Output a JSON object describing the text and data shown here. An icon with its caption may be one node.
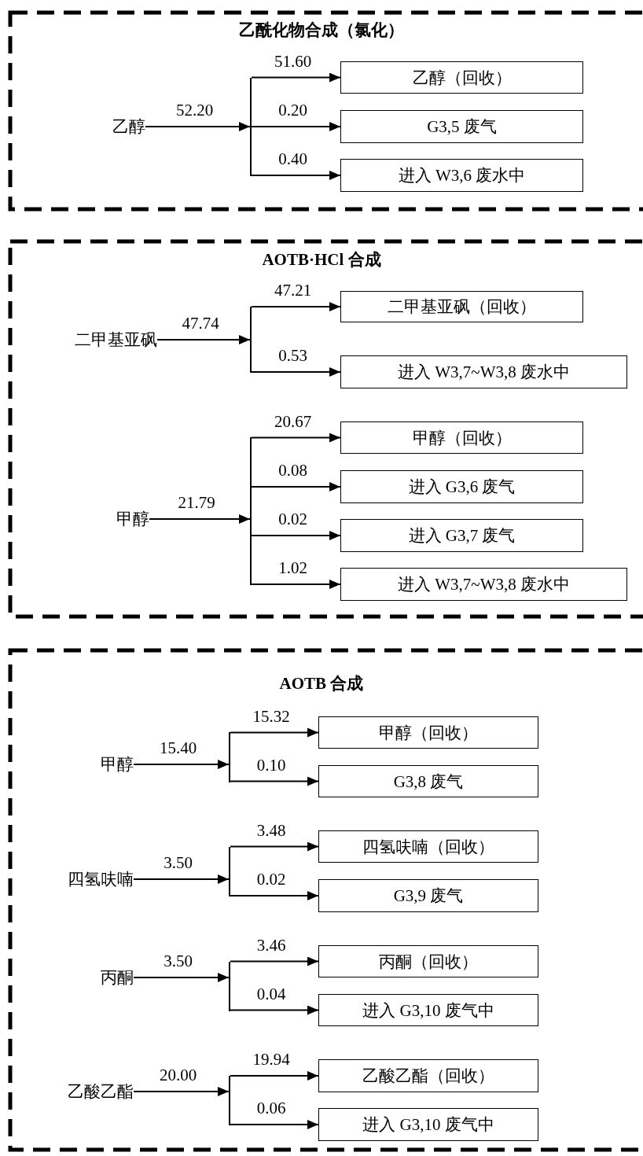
{
  "diagram": {
    "nodes": [
      {
        "text": [
          "乙酰化物合成（氯化）"
        ]
      },
      {
        "text": [
          "乙醇"
        ],
        "in": 0
      },
      {
        "text": [],
        "shape": "bar",
        "in": 0
      },
      {
        "text": [
          "乙醇（回收）"
        ],
        "in": 0
      },
      {
        "text": [
          "G3,5 废气"
        ],
        "in": 0
      },
      {
        "text": [
          "进入 W3,6 废水中"
        ],
        "in": 0
      },
      {
        "text": [
          "AOTB·HCl 合成"
        ]
      },
      {
        "text": [
          "二甲基亚砜"
        ],
        "in": 6
      },
      {
        "text": [],
        "shape": "bar",
        "in": 6
      },
      {
        "text": [
          "二甲基亚砜（回收）"
        ],
        "in": 6
      },
      {
        "text": [
          "进入 W3,7~W3,8 废水中"
        ],
        "in": 6
      },
      {
        "text": [
          "甲醇"
        ],
        "in": 6
      },
      {
        "text": [],
        "shape": "bar",
        "in": 6
      },
      {
        "text": [
          "甲醇（回收）"
        ],
        "in": 6
      },
      {
        "text": [
          "进入 G3,6 废气"
        ],
        "in": 6
      },
      {
        "text": [
          "进入 G3,7 废气"
        ],
        "in": 6
      },
      {
        "text": [
          "进入 W3,7~W3,8 废水中"
        ],
        "in": 6
      },
      {
        "text": [
          "AOTB 合成"
        ]
      },
      {
        "text": [
          "甲醇"
        ],
        "in": 17
      },
      {
        "text": [],
        "shape": "bar",
        "in": 17
      },
      {
        "text": [
          "甲醇（回收）"
        ],
        "in": 17
      },
      {
        "text": [
          "G3,8 废气"
        ],
        "in": 17
      },
      {
        "text": [
          "四氢呋喃"
        ],
        "in": 17
      },
      {
        "text": [],
        "shape": "bar",
        "in": 17
      },
      {
        "text": [
          "四氢呋喃（回收）"
        ],
        "in": 17
      },
      {
        "text": [
          "G3,9 废气"
        ],
        "in": 17
      },
      {
        "text": [
          "丙酮"
        ],
        "in": 17
      },
      {
        "text": [],
        "shape": "bar",
        "in": 17
      },
      {
        "text": [
          "丙酮（回收）"
        ],
        "in": 17
      },
      {
        "text": [
          "进入 G3,10 废气中"
        ],
        "in": 17
      },
      {
        "text": [
          "乙酸乙酯"
        ],
        "in": 17
      },
      {
        "text": [],
        "shape": "bar",
        "in": 17
      },
      {
        "text": [
          "乙酸乙酯（回收）"
        ],
        "in": 17
      },
      {
        "text": [
          "进入 G3,10 废气中"
        ],
        "in": 17
      }
    ],
    "edges": [
      {
        "from": 1,
        "to": 2,
        "arrow": "to",
        "label": "52.20"
      },
      {
        "from": 2,
        "to": 3,
        "arrow": "to",
        "label": "51.60"
      },
      {
        "from": 2,
        "to": 4,
        "arrow": "to",
        "label": "0.20"
      },
      {
        "from": 2,
        "to": 5,
        "arrow": "to",
        "label": "0.40"
      },
      {
        "from": 7,
        "to": 8,
        "arrow": "to",
        "label": "47.74"
      },
      {
        "from": 8,
        "to": 9,
        "arrow": "to",
        "label": "47.21"
      },
      {
        "from": 8,
        "to": 10,
        "arrow": "to",
        "label": "0.53"
      },
      {
        "from": 11,
        "to": 12,
        "arrow": "to",
        "label": "21.79"
      },
      {
        "from": 12,
        "to": 13,
        "arrow": "to",
        "label": "20.67"
      },
      {
        "from": 12,
        "to": 14,
        "arrow": "to",
        "label": "0.08"
      },
      {
        "from": 12,
        "to": 15,
        "arrow": "to",
        "label": "0.02"
      },
      {
        "from": 12,
        "to": 16,
        "arrow": "to",
        "label": "1.02"
      },
      {
        "from": 18,
        "to": 19,
        "arrow": "to",
        "label": "15.40"
      },
      {
        "from": 19,
        "to": 20,
        "arrow": "to",
        "label": "15.32"
      },
      {
        "from": 19,
        "to": 21,
        "arrow": "to",
        "label": "0.10"
      },
      {
        "from": 22,
        "to": 23,
        "arrow": "to",
        "label": "3.50"
      },
      {
        "from": 23,
        "to": 24,
        "arrow": "to",
        "label": "3.48"
      },
      {
        "from": 23,
        "to": 25,
        "arrow": "to",
        "label": "0.02"
      },
      {
        "from": 26,
        "to": 27,
        "arrow": "to",
        "label": "3.50"
      },
      {
        "from": 27,
        "to": 28,
        "arrow": "to",
        "label": "3.46"
      },
      {
        "from": 27,
        "to": 29,
        "arrow": "to",
        "label": "0.04"
      },
      {
        "from": 30,
        "to": 31,
        "arrow": "to",
        "label": "20.00"
      },
      {
        "from": 31,
        "to": 32,
        "arrow": "to",
        "label": "19.94"
      },
      {
        "from": 31,
        "to": 33,
        "arrow": "to",
        "label": "0.06"
      }
    ]
  }
}
